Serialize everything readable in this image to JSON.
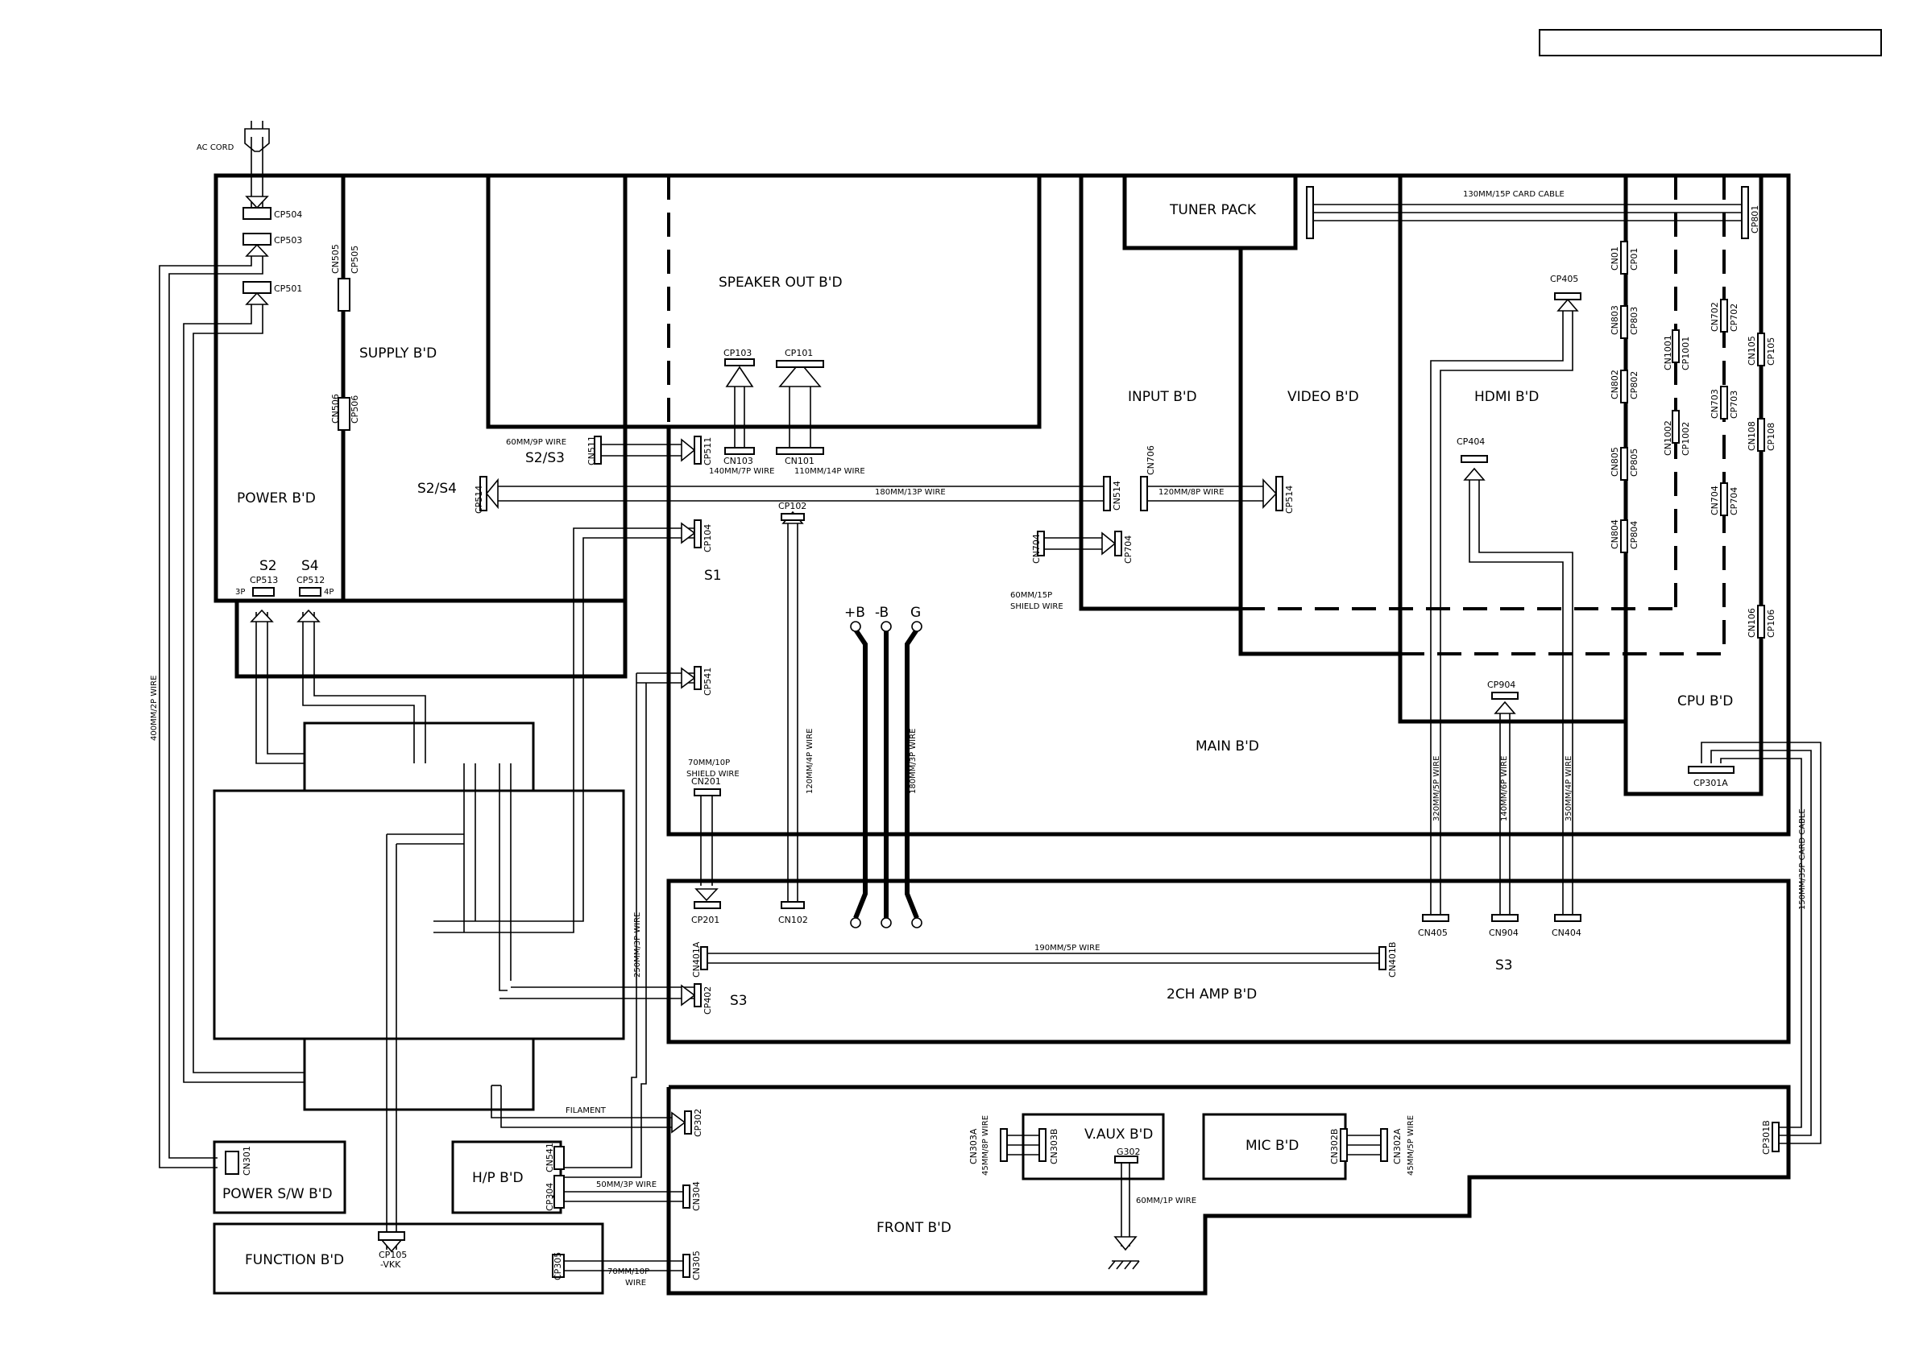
{
  "ac_cord": "AC CORD",
  "boards": {
    "supply": "SUPPLY B'D",
    "power": "POWER B'D",
    "speaker_out": "SPEAKER OUT B'D",
    "tuner_pack": "TUNER PACK",
    "input": "INPUT B'D",
    "video": "VIDEO B'D",
    "hdmi": "HDMI B'D",
    "cpu": "CPU B'D",
    "main": "MAIN B'D",
    "amp2ch": "2CH AMP B'D",
    "front": "FRONT B'D",
    "vaux": "V.AUX B'D",
    "mic": "MIC B'D",
    "hp": "H/P B'D",
    "power_sw": "POWER S/W B'D",
    "function": "FUNCTION B'D"
  },
  "connectors": {
    "cp504": "CP504",
    "cp503": "CP503",
    "cp501": "CP501",
    "cn505": "CN505",
    "cp505": "CP505",
    "cn506": "CN506",
    "cp506": "CP506",
    "cp513": "CP513",
    "cp512": "CP512",
    "cn511": "CN511",
    "cp511": "CP511",
    "cp103": "CP103",
    "cn103": "CN103",
    "cp101": "CP101",
    "cn101": "CN101",
    "cp514_left": "CP514",
    "cp102": "CP102",
    "cp104": "CP104",
    "cp541": "CP541",
    "cn514": "CN514",
    "cn706": "CN706",
    "cp514_video": "CP514",
    "cn704": "CN704",
    "cp704": "CP704",
    "cp801": "CP801",
    "cp405": "CP405",
    "cp404": "CP404",
    "cn01": "CN01",
    "cp01": "CP01",
    "cn803": "CN803",
    "cp803": "CP803",
    "cn802": "CN802",
    "cp802": "CP802",
    "cn805": "CN805",
    "cp805": "CP805",
    "cn804": "CN804",
    "cp804": "CP804",
    "cn1001": "CN1001",
    "cp1001": "CP1001",
    "cn1002": "CN1002",
    "cp1002": "CP1002",
    "cn702": "CN702",
    "cp702": "CP702",
    "cn703": "CN703",
    "cp703": "CP703",
    "cn704b": "CN704",
    "cp704b": "CP704",
    "cn105": "CN105",
    "cp105": "CP105",
    "cn108": "CN108",
    "cp108": "CP108",
    "cn106": "CN106",
    "cp106": "CP106",
    "cp904": "CP904",
    "cp301a": "CP301A",
    "cn201": "CN201",
    "cp201": "CP201",
    "cn102": "CN102",
    "cn405": "CN405",
    "cn904": "CN904",
    "cn404": "CN404",
    "cn401a": "CN401A",
    "cn401b": "CN401B",
    "cp402": "CP402",
    "cp302": "CP302",
    "cn304": "CN304",
    "cn305": "CN305",
    "cp305": "CP305",
    "cn303a": "CN303A",
    "cn303b": "CN303B",
    "g302": "G302",
    "cn302b": "CN302B",
    "cn302a": "CN302A",
    "cp301b": "CP301B",
    "cn541": "CN541",
    "cp304": "CP304",
    "cn301": "CN301",
    "cp105_fn": "CP105"
  },
  "wires": {
    "w60_9p": "60MM/9P WIRE",
    "w140_7p": "140MM/7P WIRE",
    "w110_14p": "110MM/14P WIRE",
    "w180_13p": "180MM/13P WIRE",
    "w120_8p": "120MM/8P WIRE",
    "w130_15p_card": "130MM/15P CARD CABLE",
    "w60_15p_line1": "60MM/15P",
    "w60_15p_line2": "SHIELD WIRE",
    "w400_2p": "400MM/2P WIRE",
    "w120_4p": "120MM/4P WIRE",
    "w180_3p": "180MM/3P WIRE",
    "w70_10p_shield_line1": "70MM/10P",
    "w70_10p_shield_line2": "SHIELD WIRE",
    "w250_3p": "250MM/3P WIRE",
    "w190_5p": "190MM/5P WIRE",
    "w320_5p": "320MM/5P WIRE",
    "w140_6p": "140MM/6P WIRE",
    "w350_4p": "350MM/4P WIRE",
    "w150_35p_card": "150MM/35P CARD CABLE",
    "filament": "FILAMENT",
    "w50_3p": "50MM/3P WIRE",
    "w70_10p_line1": "70MM/10P",
    "w70_10p_line2": "WIRE",
    "w60_1p": "60MM/1P WIRE",
    "w45_8p": "45MM/8P WIRE",
    "w45_5p": "45MM/5P WIRE"
  },
  "signals": {
    "s2_s3": "S2/S3",
    "s2_s4": "S2/S4",
    "s1": "S1",
    "s2": "S2",
    "s4": "S4",
    "s3_amp_left": "S3",
    "s3_amp_right": "S3",
    "p3": "3P",
    "p4": "4P",
    "plus_b": "+B",
    "minus_b": "-B",
    "g": "G",
    "vkk": "-VKK"
  }
}
